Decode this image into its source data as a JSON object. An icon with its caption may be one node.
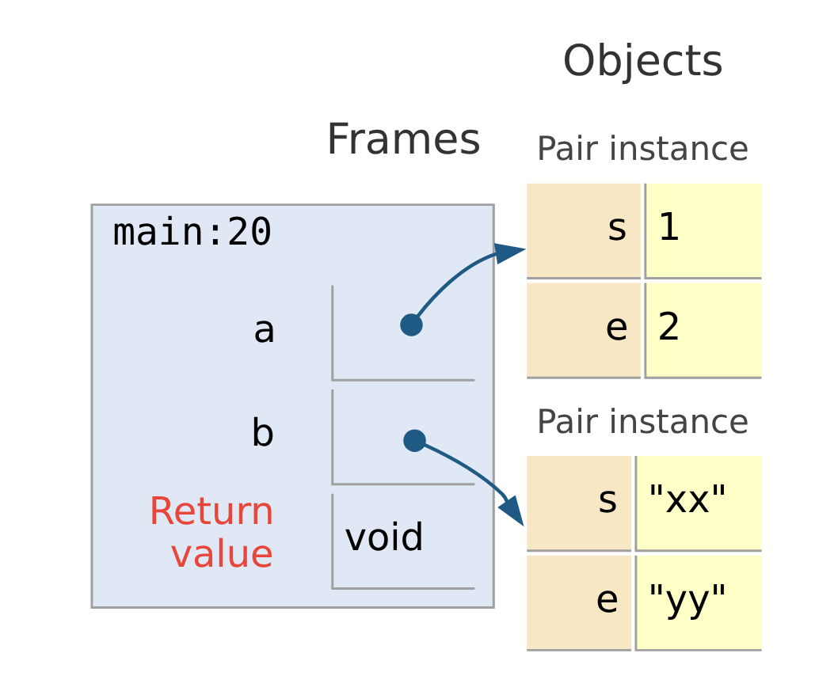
{
  "diagram": {
    "nodes": [
      {
        "text": [
          "main:20"
        ]
      },
      {
        "text": [],
        "shape": "box",
        "beside": [
          "a"
        ],
        "in": 0
      },
      {
        "text": [],
        "shape": "box",
        "beside": [
          "b"
        ],
        "in": 0
      },
      {
        "text": [
          "void"
        ],
        "beside": [
          "Return value"
        ],
        "in": 0
      },
      {
        "text": [
          "Pair instance",
          "s",
          "1",
          "e",
          "2"
        ]
      },
      {
        "text": [
          "Pair instance",
          "s",
          "\"xx\"",
          "e",
          "\"yy\""
        ]
      }
    ],
    "edges": [
      {
        "from": 1,
        "to": 4,
        "arrow": "to"
      },
      {
        "from": 2,
        "to": 5,
        "arrow": "to"
      }
    ],
    "labels": [
      "Frames",
      "Objects"
    ]
  }
}
